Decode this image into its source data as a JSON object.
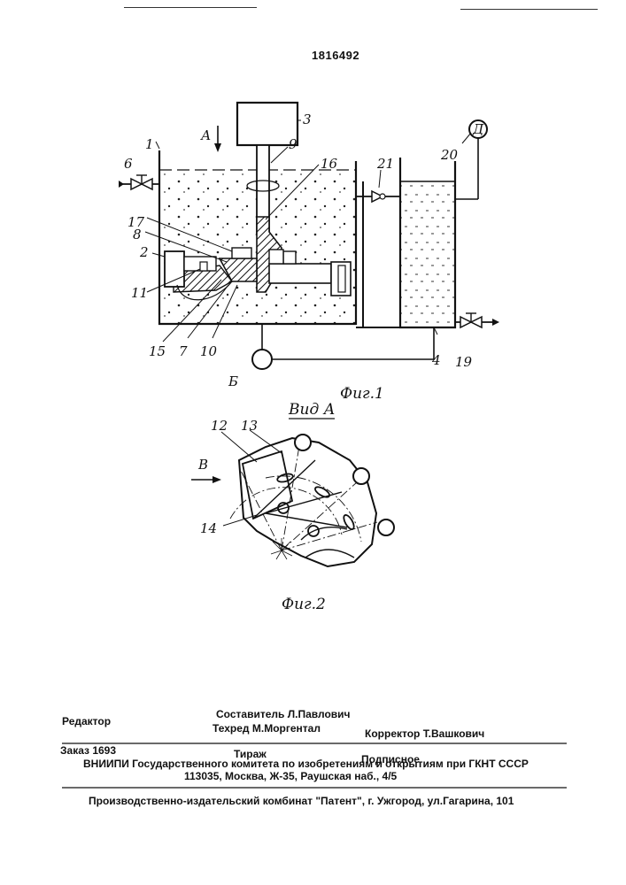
{
  "patent_number": "1816492",
  "fig1": {
    "caption": "Фиг.1",
    "labels": {
      "l1": "1",
      "l2": "2",
      "l3": "3",
      "l4": "4",
      "l6": "6",
      "l7": "7",
      "l8": "8",
      "l9": "9",
      "l10": "10",
      "l11": "11",
      "l15": "15",
      "l16": "16",
      "l17": "17",
      "l19": "19",
      "l20": "20",
      "l21": "21",
      "lA": "А",
      "lB": "Б",
      "lD": "Д"
    }
  },
  "fig2": {
    "view_title": "Вид А",
    "caption": "Фиг.2",
    "labels": {
      "l12": "12",
      "l13": "13",
      "l14": "14",
      "lV": "В"
    }
  },
  "imprint": {
    "editor": "Редактор",
    "compiler": "Составитель  Л.Павлович",
    "techred": "Техред М.Моргентал",
    "corrector": "Корректор  Т.Вашкович",
    "order": "Заказ  1693",
    "circulation": "Тираж",
    "subscription": "Подписное",
    "org": "ВНИИПИ Государственного комитета по изобретениям и открытиям при ГКНТ СССР",
    "address": "113035, Москва, Ж-35, Раушская наб., 4/5",
    "publisher": "Производственно-издательский комбинат \"Патент\", г. Ужгород, ул.Гагарина, 101"
  }
}
